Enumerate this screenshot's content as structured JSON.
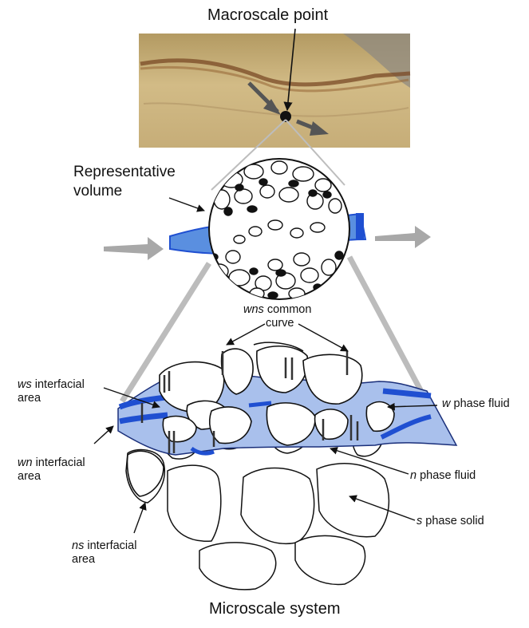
{
  "title": "Macroscale point",
  "footer": "Microscale system",
  "representative_volume": {
    "line1": "Representative",
    "line2": "volume"
  },
  "labels": {
    "wns": {
      "italic": "wns",
      "rest": " common",
      "line2": "curve"
    },
    "ws": {
      "italic": "ws",
      "rest": " interfacial",
      "line2": "area"
    },
    "wn": {
      "italic": "wn",
      "rest": " interfacial",
      "line2": "area"
    },
    "ns": {
      "italic": "ns",
      "rest": " interfacial",
      "line2": "area"
    },
    "w_phase": {
      "italic": "w",
      "rest": " phase fluid"
    },
    "n_phase": {
      "italic": "n",
      "rest": " phase fluid"
    },
    "s_phase": {
      "italic": "s",
      "rest": " phase solid"
    }
  },
  "colors": {
    "w_phase_blue": "#5a8fe0",
    "w_phase_light": "#a9c0ec",
    "interface_blue": "#1f4fd1",
    "dark_blue": "#1a2f7a",
    "flow_arrow_gray": "#a8a8a8",
    "rock_tan": "#c9b07a"
  },
  "icons": [
    "flow-arrow-in-icon",
    "flow-arrow-out-icon"
  ]
}
